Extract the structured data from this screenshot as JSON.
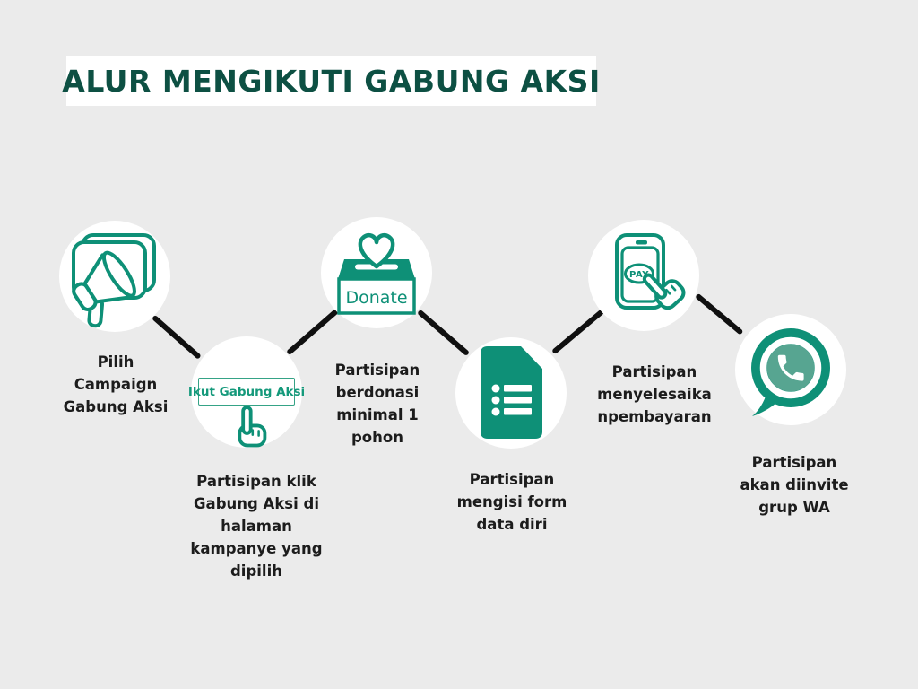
{
  "title": "ALUR MENGIKUTI GABUNG AKSI",
  "colors": {
    "background": "#ebebeb",
    "accent_teal": "#0e9077",
    "whatsapp_inner_teal": "#57a591",
    "title_green": "#0d5043",
    "label_text": "#1c1c1c",
    "connector": "#101010",
    "circle_fill": "#ffffff"
  },
  "steps": [
    {
      "icon": "megaphone-campaign-icon",
      "lines": [
        "Pilih",
        "Campaign",
        "Gabung Aksi"
      ]
    },
    {
      "icon": "click-join-button-icon",
      "button_label": "Ikut Gabung Aksi",
      "lines": [
        "Partisipan klik",
        "Gabung Aksi di",
        "halaman",
        "kampanye yang",
        "dipilih"
      ]
    },
    {
      "icon": "donate-box-icon",
      "donate_label": "Donate",
      "lines": [
        "Partisipan",
        "berdonasi",
        "minimal 1",
        "pohon"
      ]
    },
    {
      "icon": "form-document-icon",
      "lines": [
        "Partisipan",
        "mengisi form",
        "data diri"
      ]
    },
    {
      "icon": "phone-pay-icon",
      "pay_label": "PAY",
      "lines": [
        "Partisipan",
        "menyelesaika",
        "npembayaran"
      ]
    },
    {
      "icon": "whatsapp-icon",
      "lines": [
        "Partisipan",
        "akan diinvite",
        "grup WA"
      ]
    }
  ]
}
